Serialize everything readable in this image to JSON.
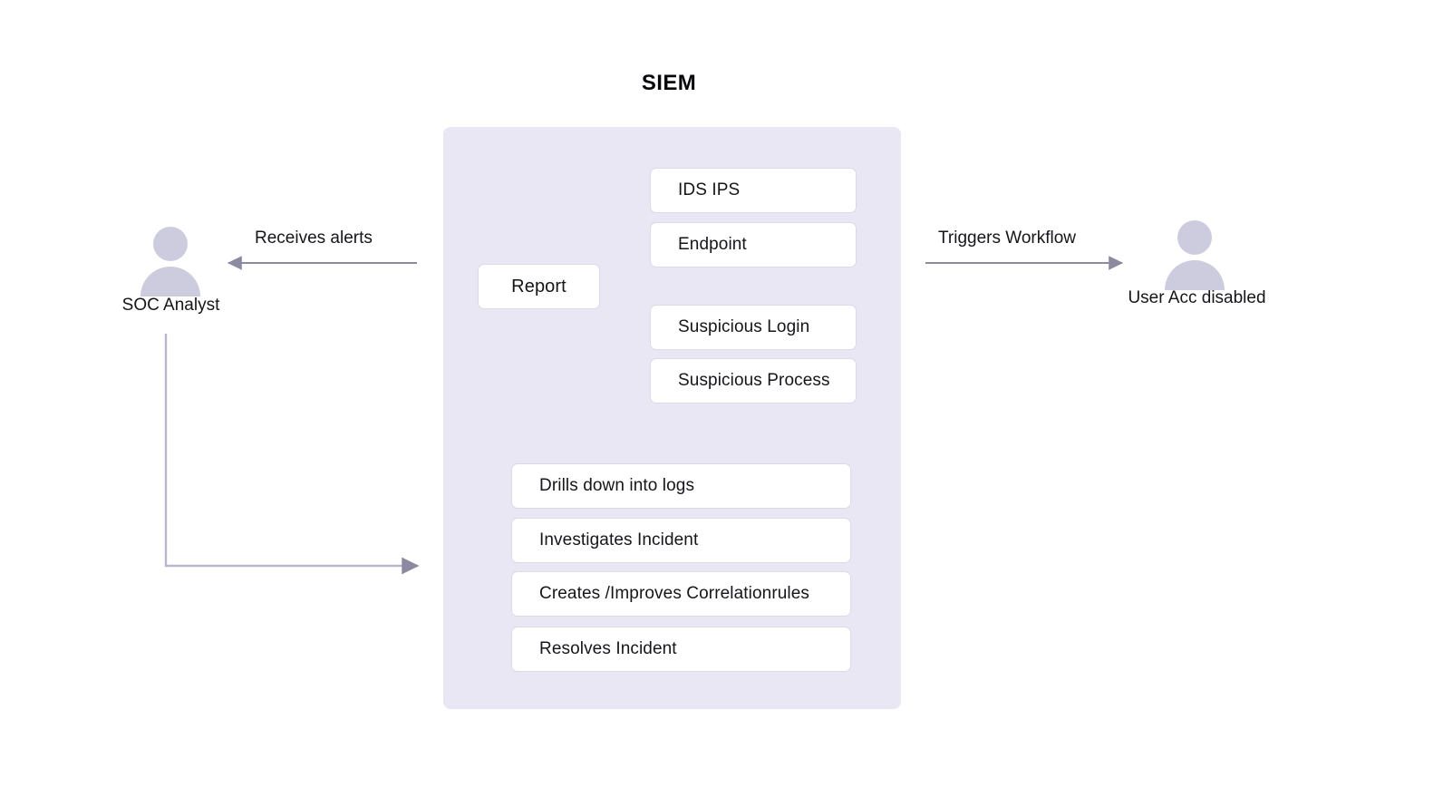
{
  "diagram": {
    "title": "SIEM",
    "type": "flow-diagram",
    "colors": {
      "panel_background": "#e9e7f4",
      "node_background": "#ffffff",
      "node_border": "#dcdae8",
      "connector": "#8b8aa0",
      "actor_icon": "#cdccdf",
      "text": "#16161a",
      "page_background": "#ffffff"
    }
  },
  "actors": [
    {
      "id": "soc-analyst",
      "label": "SOC Analyst",
      "icon": "person-icon",
      "side": "left"
    },
    {
      "id": "user-acc-disabled",
      "label": "User Acc disabled",
      "icon": "person-icon",
      "side": "right"
    }
  ],
  "edge_labels": {
    "receives": "Receives alerts",
    "triggers": "Triggers Workflow"
  },
  "panel": {
    "title": "SIEM",
    "central_node": {
      "id": "report",
      "label": "Report"
    },
    "sources": [
      {
        "id": "ids-ips",
        "label": "IDS  IPS",
        "direction": "to-report"
      },
      {
        "id": "endpoint",
        "label": "Endpoint",
        "direction": "to-report"
      },
      {
        "id": "suspicious-login",
        "label": "Suspicious Login",
        "direction": "to-report"
      },
      {
        "id": "suspicious-process",
        "label": "Suspicious Process",
        "direction": "to-report"
      }
    ],
    "analyst_actions": [
      {
        "id": "drills-down-into-logs",
        "label": "Drills down into logs"
      },
      {
        "id": "investigates-incident",
        "label": "Investigates Incident"
      },
      {
        "id": "creates-improves-correlationrules",
        "label": "Creates /Improves Correlationrules"
      },
      {
        "id": "resolves-incident",
        "label": "Resolves Incident"
      }
    ]
  },
  "connections": [
    {
      "from": "siem-panel",
      "to": "soc-analyst",
      "label": "Receives alerts"
    },
    {
      "from": "siem-panel",
      "to": "user-acc-disabled",
      "label": "Triggers Workflow"
    },
    {
      "from": "soc-analyst",
      "to": "siem-panel",
      "label": ""
    },
    {
      "from": "ids-ips",
      "to": "report",
      "label": ""
    },
    {
      "from": "endpoint",
      "to": "report",
      "label": ""
    },
    {
      "from": "suspicious-login",
      "to": "report",
      "label": ""
    },
    {
      "from": "suspicious-process",
      "to": "report",
      "label": ""
    }
  ]
}
